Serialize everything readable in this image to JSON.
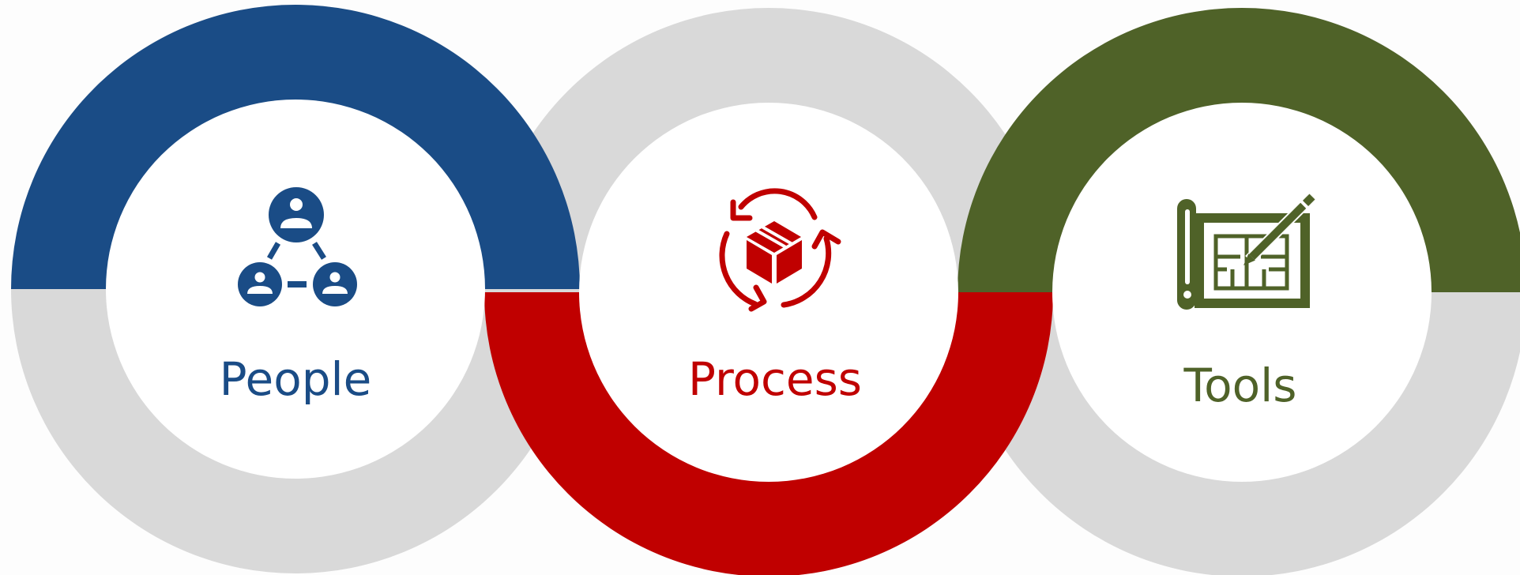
{
  "colors": {
    "background": "#fdfdfd",
    "ring_grey": "#d9d9d9",
    "inner_white": "#ffffff",
    "people": "#1a4c86",
    "process": "#c00000",
    "tools": "#4f6228"
  },
  "items": [
    {
      "label": "People",
      "icon": "people-network-icon",
      "accent": "#1a4c86",
      "highlight": "top-half"
    },
    {
      "label": "Process",
      "icon": "box-cycle-icon",
      "accent": "#c00000",
      "highlight": "bottom-half"
    },
    {
      "label": "Tools",
      "icon": "blueprint-pencil-icon",
      "accent": "#4f6228",
      "highlight": "top-half"
    }
  ]
}
